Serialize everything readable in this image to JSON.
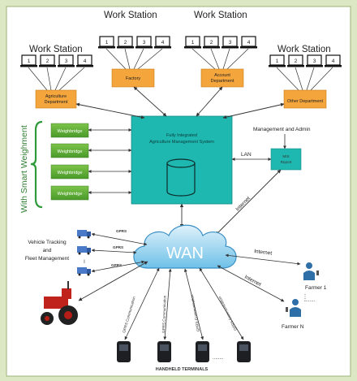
{
  "workstations": [
    {
      "title": "Work Station",
      "monitors": [
        "1",
        "2",
        "3",
        "4"
      ],
      "dept": "Agriculture Department"
    },
    {
      "title": "Work Station",
      "monitors": [
        "1",
        "2",
        "3",
        "4"
      ],
      "dept": "Factory"
    },
    {
      "title": "Work Station",
      "monitors": [
        "1",
        "2",
        "3",
        "4"
      ],
      "dept": "Account Department"
    },
    {
      "title": "Work Station",
      "monitors": [
        "1",
        "2",
        "3",
        "4"
      ],
      "dept": "Other Department"
    }
  ],
  "core": {
    "title": "Fully Integrated Agriculture Management System"
  },
  "weighbridges": [
    "Weighbridge",
    "Weighbridge",
    "Weighbridge",
    "Weighbridge"
  ],
  "smart_label": "With Smart Weighment",
  "mis": {
    "label": "MIS Report",
    "heading": "Management and Admin",
    "lan": "LAN"
  },
  "internet_labels": [
    "Internet",
    "Internet",
    "Internet"
  ],
  "wan": "WAN",
  "vehicle_label": "Vehicle Tracking and Fleet Management",
  "gprs": [
    "GPRS",
    "GPRS",
    "GPRS"
  ],
  "gprs_comm": [
    "GPRS Communication",
    "GPRS Communication",
    "GPRS Communication",
    "GPRS Communication"
  ],
  "farmers": [
    "Farmer 1",
    "Farmer N"
  ],
  "handheld": "HANDHELD TERMINALS",
  "dots": "........"
}
